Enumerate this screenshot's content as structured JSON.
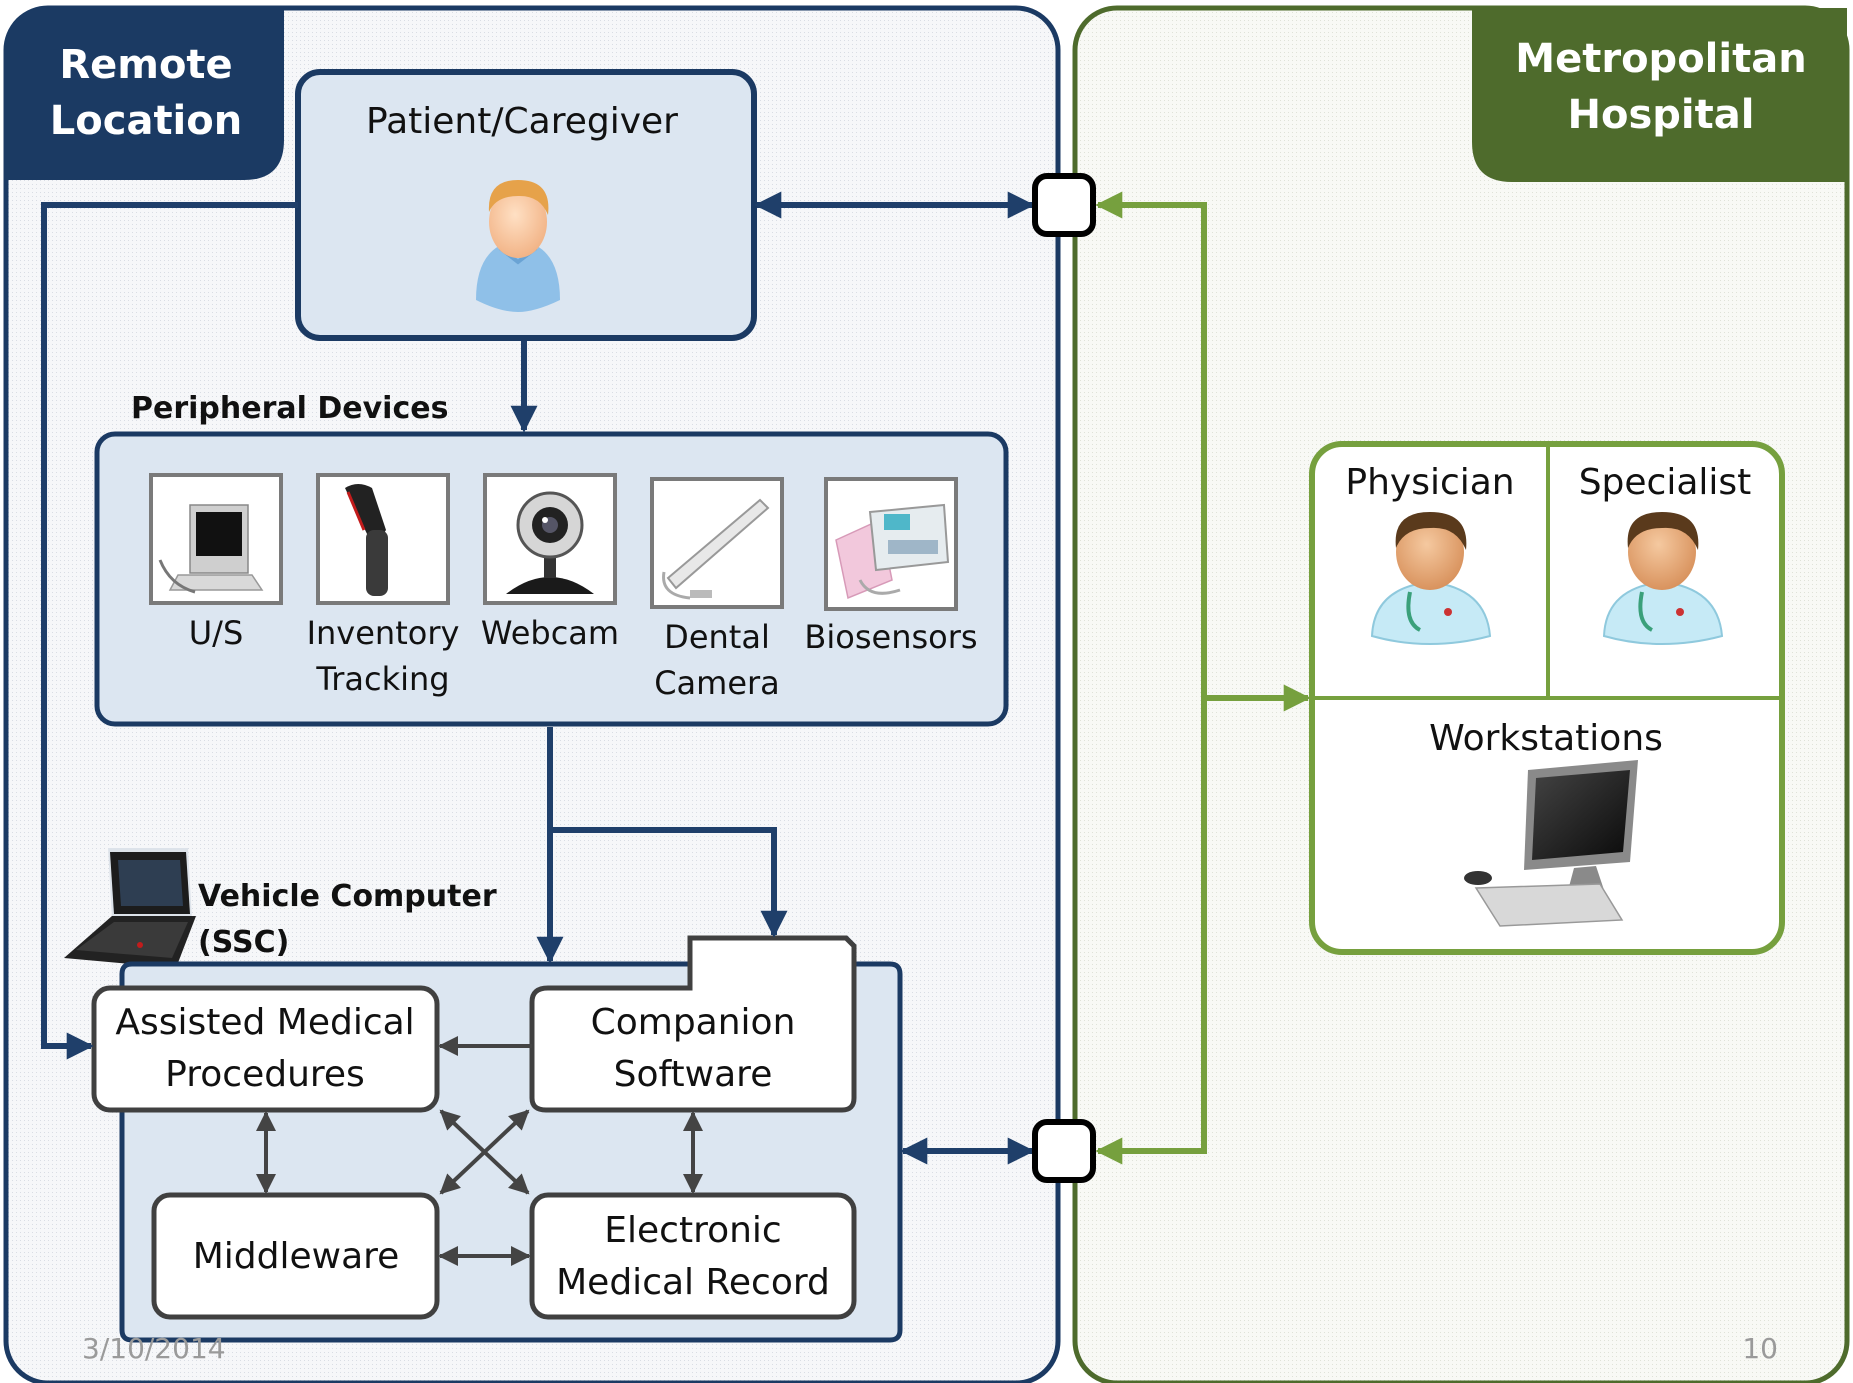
{
  "remote": {
    "title_line1": "Remote",
    "title_line2": "Location",
    "patient_label": "Patient/Caregiver",
    "peripheral_label": "Peripheral Devices",
    "devices": [
      {
        "line1": "U/S",
        "line2": "",
        "icon": "ultrasound-icon"
      },
      {
        "line1": "Inventory",
        "line2": "Tracking",
        "icon": "barcode-scanner-icon"
      },
      {
        "line1": "Webcam",
        "line2": "",
        "icon": "webcam-icon"
      },
      {
        "line1": "Dental",
        "line2": "Camera",
        "icon": "dental-camera-icon"
      },
      {
        "line1": "Biosensors",
        "line2": "",
        "icon": "biosensor-icon"
      }
    ],
    "vehicle_line1": "Vehicle Computer",
    "vehicle_line2": "(SSC)",
    "modules": {
      "amp_line1": "Assisted Medical",
      "amp_line2": "Procedures",
      "companion_line1": "Companion",
      "companion_line2": "Software",
      "middleware": "Middleware",
      "emr_line1": "Electronic",
      "emr_line2": "Medical Record"
    }
  },
  "hospital": {
    "title_line1": "Metropolitan",
    "title_line2": "Hospital",
    "physician": "Physician",
    "specialist": "Specialist",
    "workstations": "Workstations"
  },
  "footer": {
    "date": "3/10/2014",
    "page": "10"
  },
  "colors": {
    "navy": "#1b3a63",
    "navy_line": "#1f3f6a",
    "olive": "#4e6b2c",
    "green_line": "#76a03e",
    "box_fill": "#dce6f1"
  }
}
